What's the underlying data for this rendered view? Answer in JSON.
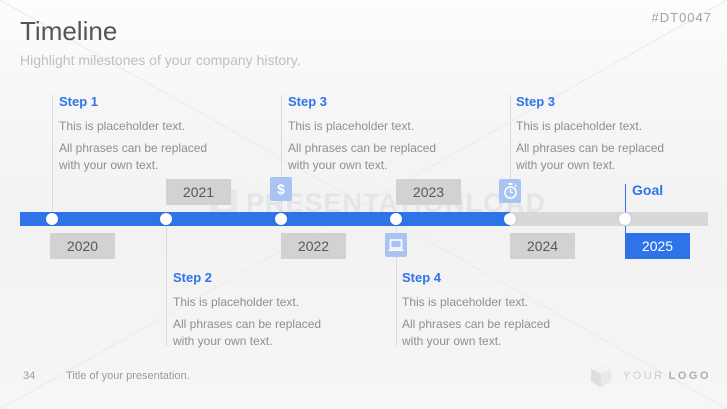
{
  "slide": {
    "id": "#DT0047",
    "title": "Timeline",
    "subtitle": "Highlight milestones of your company history."
  },
  "steps": [
    {
      "label": "Step 1",
      "row": "top",
      "para1": "This is placeholder text.",
      "para2": "All phrases can be replaced with your own text."
    },
    {
      "label": "Step 2",
      "row": "bottom",
      "para1": "This is placeholder text.",
      "para2": "All phrases can be replaced with your own text."
    },
    {
      "label": "Step 3",
      "row": "top",
      "para1": "This is placeholder text.",
      "para2": "All phrases can be replaced with your own text."
    },
    {
      "label": "Step 3",
      "row": "top",
      "para1": "This is placeholder text.",
      "para2": "All phrases can be replaced with your own text."
    },
    {
      "label": "Step 4",
      "row": "bottom",
      "para1": "This is placeholder text.",
      "para2": "All phrases can be replaced with your own text."
    }
  ],
  "timeline": {
    "years": [
      {
        "label": "2020",
        "position": "below",
        "style": "gray"
      },
      {
        "label": "2021",
        "position": "above",
        "style": "gray"
      },
      {
        "label": "2022",
        "position": "below",
        "style": "gray"
      },
      {
        "label": "2023",
        "position": "above",
        "style": "gray"
      },
      {
        "label": "2024",
        "position": "below",
        "style": "gray"
      },
      {
        "label": "2025",
        "position": "below",
        "style": "blue"
      }
    ],
    "goal_label": "Goal",
    "icons": [
      {
        "name": "dollar-icon",
        "glyph": "$"
      },
      {
        "name": "laptop-icon"
      },
      {
        "name": "stopwatch-icon"
      }
    ],
    "colors": {
      "accent": "#2e74e8",
      "bar_gray": "#d8d8d9",
      "box_gray": "#d2d2d2",
      "icon_bg": "#a9c4f2"
    }
  },
  "watermark": {
    "text": "PRESENTATIONLOAD"
  },
  "footer": {
    "page_number": "34",
    "presentation_title": "Title of your presentation.",
    "logo_word1": "YOUR",
    "logo_word2": "LOGO"
  }
}
